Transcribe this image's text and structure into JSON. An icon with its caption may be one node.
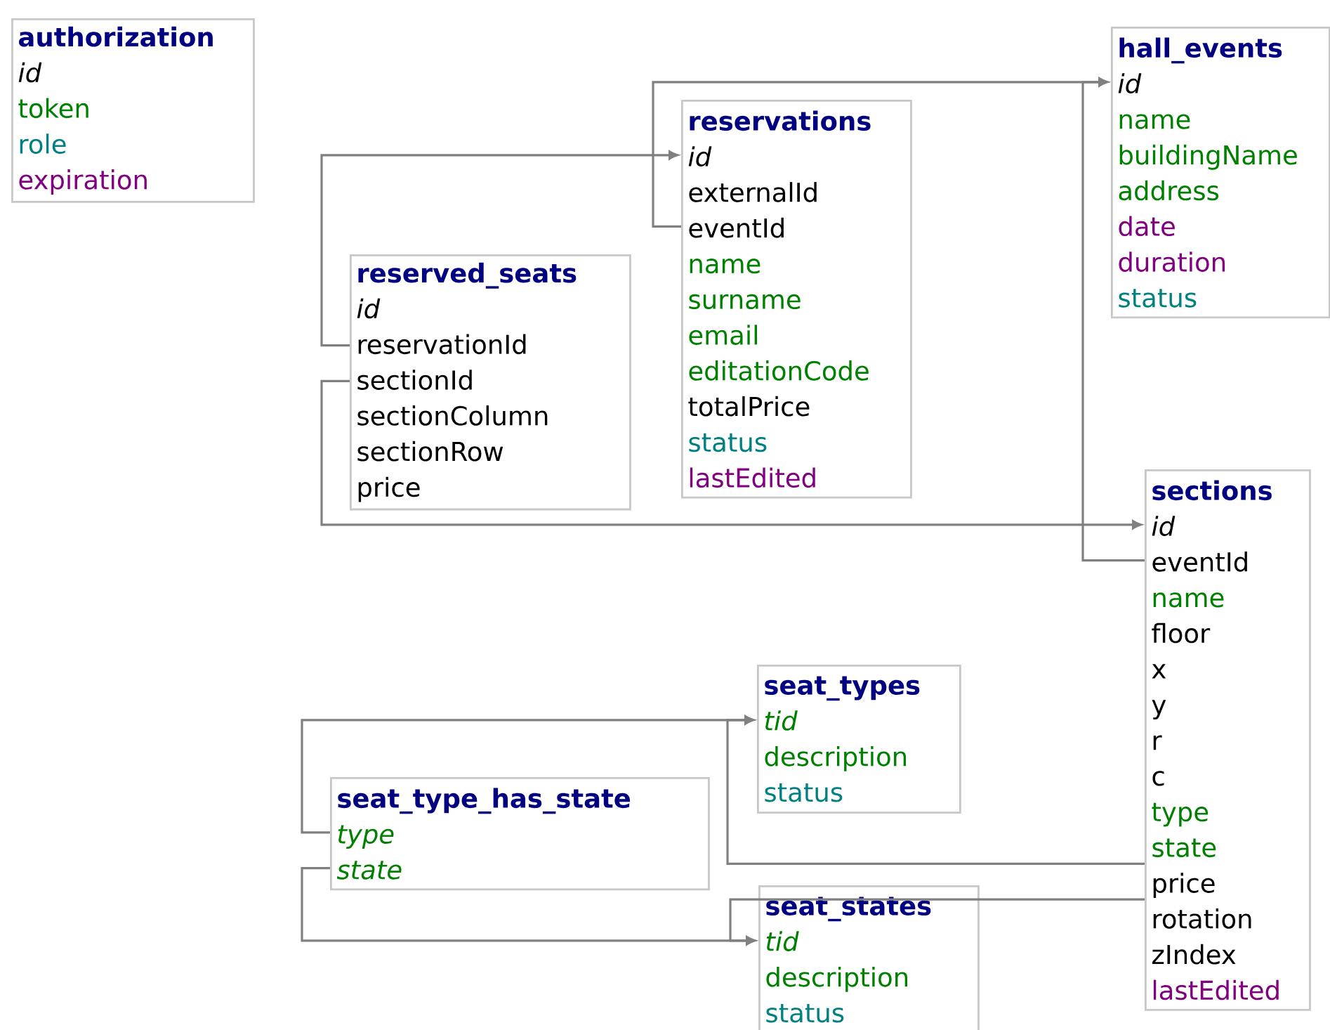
{
  "diagram": {
    "nodes": [
      {
        "text": [
          "authorization",
          "id",
          "token",
          "role",
          "expiration"
        ]
      },
      {
        "text": [
          "reservations",
          "id",
          "externalId",
          "eventId",
          "name",
          "surname",
          "email",
          "editationCode",
          "totalPrice",
          "status",
          "lastEdited"
        ]
      },
      {
        "text": [
          "hall_events",
          "id",
          "name",
          "buildingName",
          "address",
          "date",
          "duration",
          "status"
        ]
      },
      {
        "text": [
          "reserved_seats",
          "id",
          "reservationId",
          "sectionId",
          "sectionColumn",
          "sectionRow",
          "price"
        ]
      },
      {
        "text": [
          "sections",
          "id",
          "eventId",
          "name",
          "floor",
          "x",
          "y",
          "r",
          "c",
          "type",
          "state",
          "price",
          "rotation",
          "zIndex",
          "lastEdited"
        ]
      },
      {
        "text": [
          "seat_types",
          "tid",
          "description",
          "status"
        ]
      },
      {
        "text": [
          "seat_type_has_state",
          "type",
          "state"
        ]
      },
      {
        "text": [
          "seat_states",
          "tid",
          "description",
          "status"
        ]
      }
    ],
    "edges": [
      {
        "from": 3,
        "to": 1,
        "arrow": "to"
      },
      {
        "from": 3,
        "to": 4,
        "arrow": "to"
      },
      {
        "from": 1,
        "to": 2,
        "arrow": "to"
      },
      {
        "from": 4,
        "to": 2,
        "arrow": "to"
      },
      {
        "from": 6,
        "to": 5,
        "arrow": "to"
      },
      {
        "from": 6,
        "to": 7,
        "arrow": "to"
      },
      {
        "from": 4,
        "to": 5,
        "arrow": "to"
      },
      {
        "from": 4,
        "to": 7,
        "arrow": "to"
      }
    ]
  }
}
